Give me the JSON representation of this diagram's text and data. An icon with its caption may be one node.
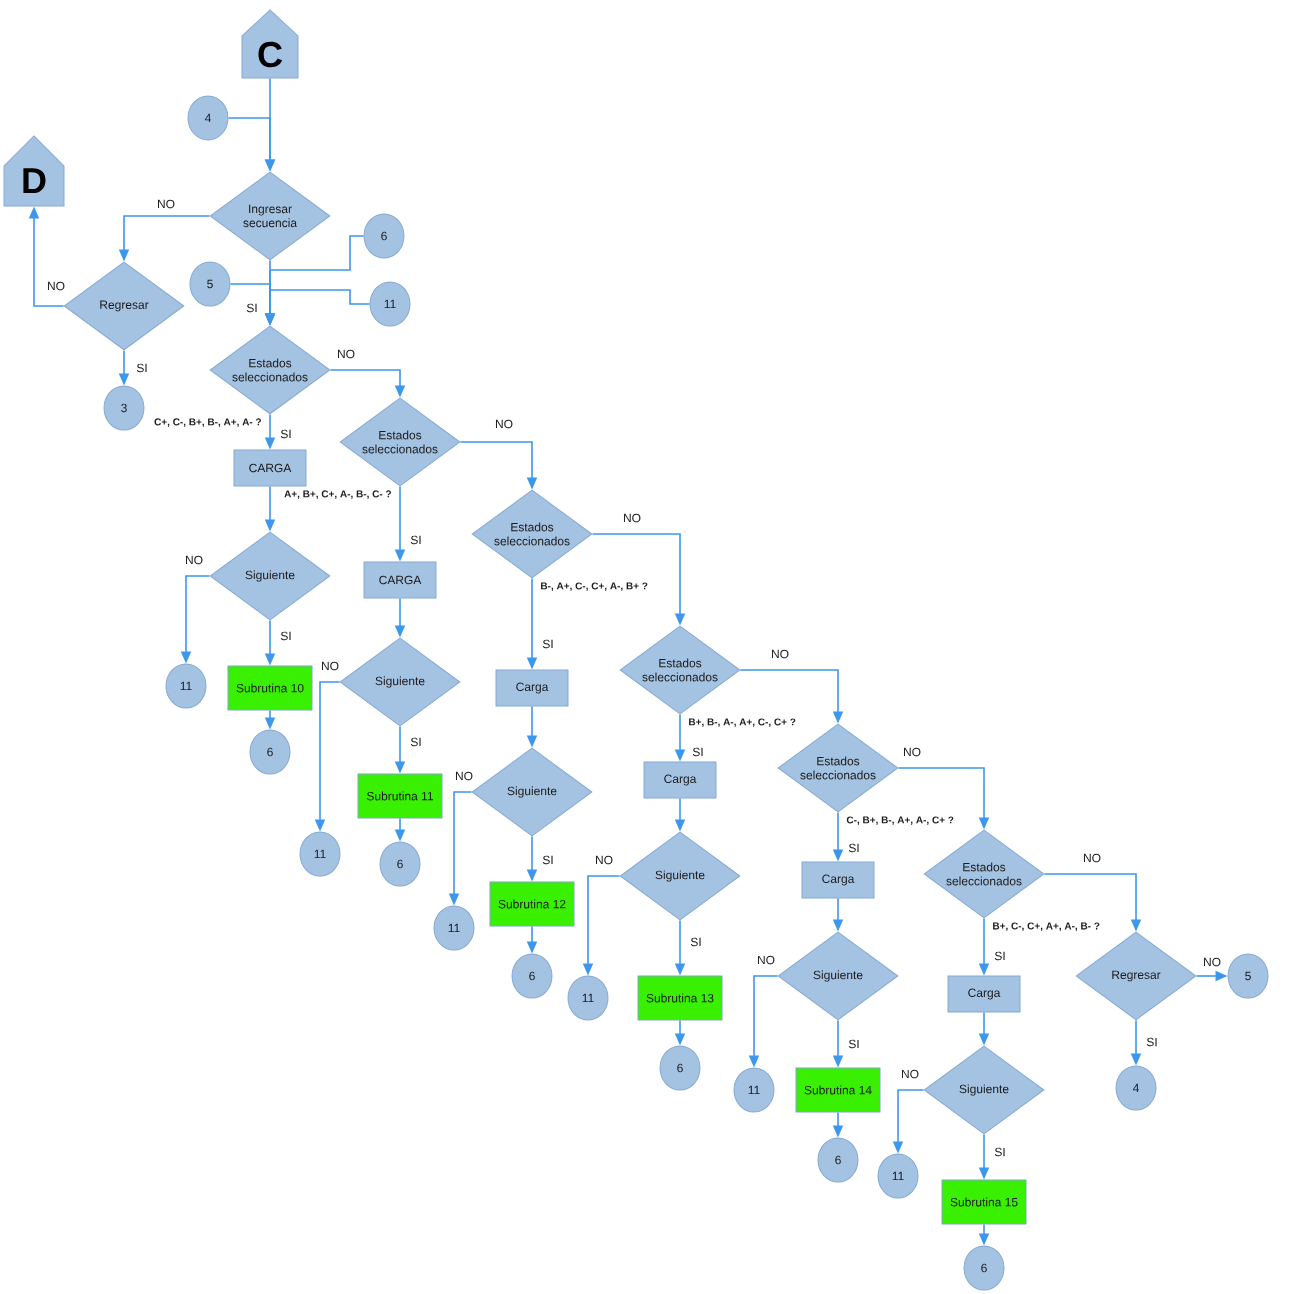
{
  "diagram": {
    "nodes": [
      {
        "text": [
          "C"
        ]
      },
      {
        "text": [
          "4"
        ]
      },
      {
        "text": [
          "D"
        ]
      },
      {
        "text": [
          "Ingresar secuencia"
        ]
      },
      {
        "text": [
          "Regresar"
        ]
      },
      {
        "text": [
          "6"
        ]
      },
      {
        "text": [
          "5"
        ]
      },
      {
        "text": [
          "11"
        ]
      },
      {
        "text": [
          "3"
        ]
      },
      {
        "text": [
          "Estados seleccionados"
        ],
        "beside": [
          "C+, C-, B+, B-, A+, A- ?"
        ]
      },
      {
        "text": [
          "CARGA"
        ]
      },
      {
        "text": [
          "Estados seleccionados"
        ],
        "beside": [
          "A+, B+, C+, A-, B-, C- ?"
        ]
      },
      {
        "text": [
          "Siguiente"
        ]
      },
      {
        "text": [
          "Estados seleccionados"
        ],
        "beside": [
          "B-, A+, C-, C+, A-, B+ ?"
        ]
      },
      {
        "text": [
          "CARGA"
        ]
      },
      {
        "text": [
          "11"
        ]
      },
      {
        "text": [
          "Subrutina 10"
        ]
      },
      {
        "text": [
          "Siguiente"
        ]
      },
      {
        "text": [
          "Carga"
        ]
      },
      {
        "text": [
          "Estados seleccionados"
        ],
        "beside": [
          "B+, B-, A-, A+, C-, C+ ?"
        ]
      },
      {
        "text": [
          "6"
        ]
      },
      {
        "text": [
          "11"
        ]
      },
      {
        "text": [
          "Subrutina 11"
        ]
      },
      {
        "text": [
          "Siguiente"
        ]
      },
      {
        "text": [
          "Carga"
        ]
      },
      {
        "text": [
          "Estados seleccionados"
        ],
        "beside": [
          "C-, B+, B-, A+, A-, C+ ?"
        ]
      },
      {
        "text": [
          "6"
        ]
      },
      {
        "text": [
          "11"
        ]
      },
      {
        "text": [
          "Subrutina 12"
        ]
      },
      {
        "text": [
          "Siguiente"
        ]
      },
      {
        "text": [
          "Carga"
        ]
      },
      {
        "text": [
          "Estados seleccionados"
        ],
        "beside": [
          "B+, C-, C+, A+, A-, B- ?"
        ]
      },
      {
        "text": [
          "6"
        ]
      },
      {
        "text": [
          "11"
        ]
      },
      {
        "text": [
          "Subrutina 13"
        ]
      },
      {
        "text": [
          "Siguiente"
        ]
      },
      {
        "text": [
          "Carga"
        ]
      },
      {
        "text": [
          "Regresar"
        ]
      },
      {
        "text": [
          "5"
        ]
      },
      {
        "text": [
          "6"
        ]
      },
      {
        "text": [
          "11"
        ]
      },
      {
        "text": [
          "Subrutina 14"
        ]
      },
      {
        "text": [
          "Siguiente"
        ]
      },
      {
        "text": [
          "4"
        ]
      },
      {
        "text": [
          "6"
        ]
      },
      {
        "text": [
          "11"
        ]
      },
      {
        "text": [
          "Subrutina 15"
        ]
      },
      {
        "text": [
          "6"
        ]
      }
    ],
    "edges": [
      {
        "from": 0,
        "to": 3,
        "arrow": "to"
      },
      {
        "from": 1,
        "to": 3,
        "arrow": "to"
      },
      {
        "from": 3,
        "to": 4,
        "arrow": "to",
        "label": "NO"
      },
      {
        "from": 4,
        "to": 2,
        "arrow": "to",
        "label": "NO"
      },
      {
        "from": 4,
        "to": 8,
        "arrow": "to",
        "label": "SI"
      },
      {
        "from": 3,
        "to": 9,
        "arrow": "to",
        "label": "SI"
      },
      {
        "from": 5,
        "to": 9,
        "arrow": "to"
      },
      {
        "from": 6,
        "to": 9,
        "arrow": "to"
      },
      {
        "from": 7,
        "to": 9,
        "arrow": "to"
      },
      {
        "from": 9,
        "to": 10,
        "arrow": "to",
        "label": "SI"
      },
      {
        "from": 9,
        "to": 11,
        "arrow": "to",
        "label": "NO"
      },
      {
        "from": 10,
        "to": 12,
        "arrow": "to"
      },
      {
        "from": 11,
        "to": 14,
        "arrow": "to",
        "label": "SI"
      },
      {
        "from": 11,
        "to": 13,
        "arrow": "to",
        "label": "NO"
      },
      {
        "from": 12,
        "to": 15,
        "arrow": "to",
        "label": "NO"
      },
      {
        "from": 12,
        "to": 16,
        "arrow": "to",
        "label": "SI"
      },
      {
        "from": 13,
        "to": 18,
        "arrow": "to",
        "label": "SI"
      },
      {
        "from": 13,
        "to": 19,
        "arrow": "to",
        "label": "NO"
      },
      {
        "from": 14,
        "to": 17,
        "arrow": "to"
      },
      {
        "from": 16,
        "to": 20,
        "arrow": "to"
      },
      {
        "from": 17,
        "to": 21,
        "arrow": "to",
        "label": "NO"
      },
      {
        "from": 17,
        "to": 22,
        "arrow": "to",
        "label": "SI"
      },
      {
        "from": 18,
        "to": 23,
        "arrow": "to"
      },
      {
        "from": 19,
        "to": 24,
        "arrow": "to",
        "label": "SI"
      },
      {
        "from": 19,
        "to": 25,
        "arrow": "to",
        "label": "NO"
      },
      {
        "from": 22,
        "to": 26,
        "arrow": "to"
      },
      {
        "from": 23,
        "to": 27,
        "arrow": "to",
        "label": "NO"
      },
      {
        "from": 23,
        "to": 28,
        "arrow": "to",
        "label": "SI"
      },
      {
        "from": 24,
        "to": 29,
        "arrow": "to"
      },
      {
        "from": 25,
        "to": 30,
        "arrow": "to",
        "label": "SI"
      },
      {
        "from": 25,
        "to": 31,
        "arrow": "to",
        "label": "NO"
      },
      {
        "from": 28,
        "to": 32,
        "arrow": "to"
      },
      {
        "from": 29,
        "to": 33,
        "arrow": "to",
        "label": "NO"
      },
      {
        "from": 29,
        "to": 34,
        "arrow": "to",
        "label": "SI"
      },
      {
        "from": 30,
        "to": 35,
        "arrow": "to"
      },
      {
        "from": 31,
        "to": 36,
        "arrow": "to",
        "label": "SI"
      },
      {
        "from": 31,
        "to": 37,
        "arrow": "to",
        "label": "NO"
      },
      {
        "from": 34,
        "to": 39,
        "arrow": "to"
      },
      {
        "from": 35,
        "to": 40,
        "arrow": "to",
        "label": "NO"
      },
      {
        "from": 35,
        "to": 41,
        "arrow": "to",
        "label": "SI"
      },
      {
        "from": 36,
        "to": 42,
        "arrow": "to"
      },
      {
        "from": 37,
        "to": 38,
        "arrow": "to",
        "label": "NO"
      },
      {
        "from": 37,
        "to": 43,
        "arrow": "to",
        "label": "SI"
      },
      {
        "from": 41,
        "to": 44,
        "arrow": "to"
      },
      {
        "from": 42,
        "to": 45,
        "arrow": "to",
        "label": "NO"
      },
      {
        "from": 42,
        "to": 46,
        "arrow": "to",
        "label": "SI"
      },
      {
        "from": 46,
        "to": 47,
        "arrow": "to"
      }
    ]
  }
}
